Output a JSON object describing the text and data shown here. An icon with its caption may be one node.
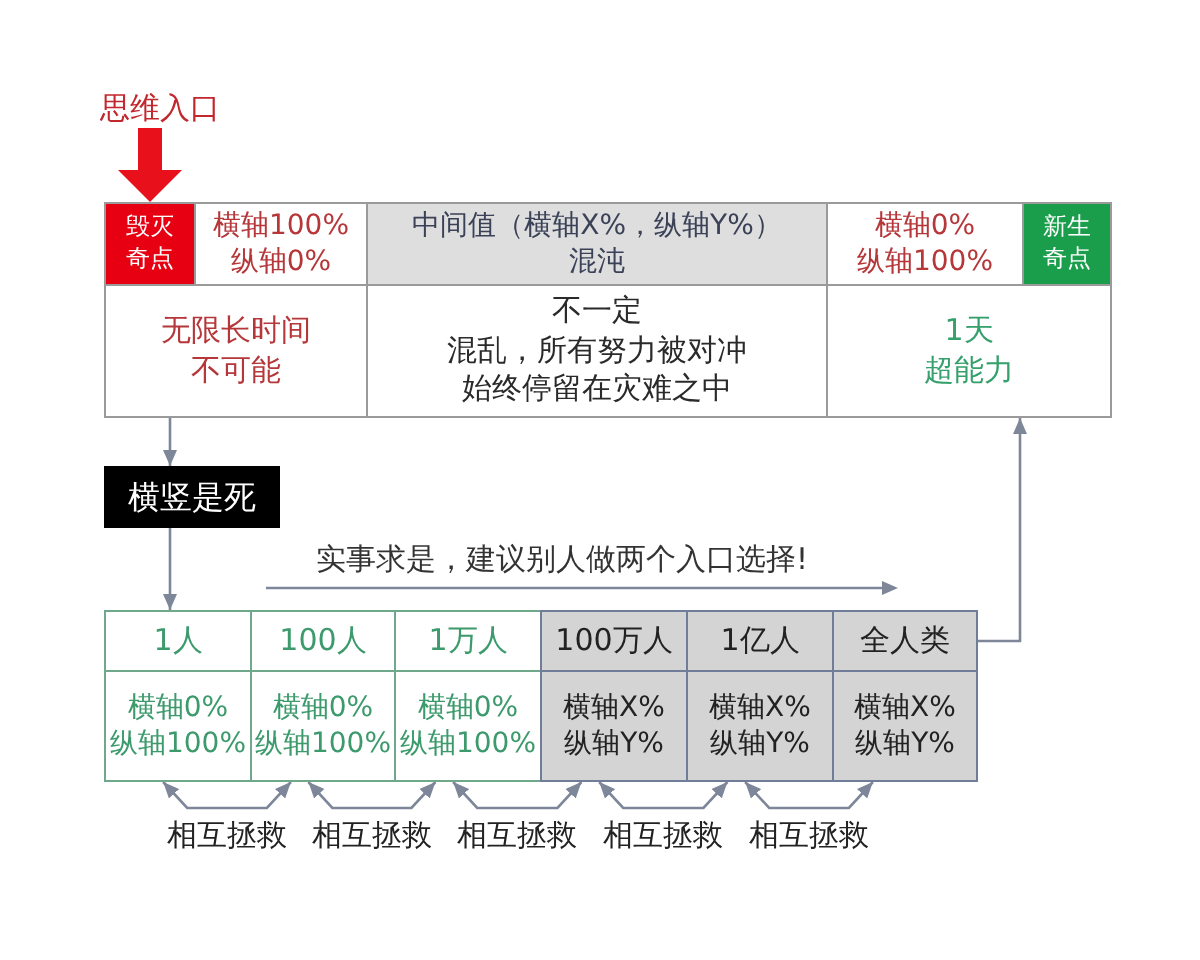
{
  "diagram": {
    "nodes": [
      {
        "text": [
          "思维入口"
        ]
      },
      {
        "text": [
          "毁灭奇点"
        ]
      },
      {
        "text": [
          "横轴100%",
          "纵轴0%"
        ]
      },
      {
        "text": [
          "中间值（横轴X%，纵轴Y%）",
          "混沌"
        ]
      },
      {
        "text": [
          "横轴0%",
          "纵轴100%"
        ]
      },
      {
        "text": [
          "新生奇点"
        ]
      },
      {
        "text": [
          "无限长时间",
          "不可能"
        ]
      },
      {
        "text": [
          "不一定",
          "混乱，所有努力被对冲",
          "始终停留在灾难之中"
        ]
      },
      {
        "text": [
          "1天",
          "超能力"
        ]
      },
      {
        "text": [
          "横竖是死"
        ]
      },
      {
        "text": [
          "1人"
        ]
      },
      {
        "text": [
          "100人"
        ]
      },
      {
        "text": [
          "1万人"
        ]
      },
      {
        "text": [
          "100万人"
        ]
      },
      {
        "text": [
          "1亿人"
        ]
      },
      {
        "text": [
          "全人类"
        ]
      },
      {
        "text": [
          "横轴0%",
          "纵轴100%"
        ]
      },
      {
        "text": [
          "横轴0%",
          "纵轴100%"
        ]
      },
      {
        "text": [
          "横轴0%",
          "纵轴100%"
        ]
      },
      {
        "text": [
          "横轴X%",
          "纵轴Y%"
        ]
      },
      {
        "text": [
          "横轴X%",
          "纵轴Y%"
        ]
      },
      {
        "text": [
          "横轴X%",
          "纵轴Y%"
        ]
      }
    ],
    "edges": [
      {
        "from": 0,
        "to": 1,
        "arrow": "to",
        "style": "thick",
        "color": "#e8101a"
      },
      {
        "from": 6,
        "to": 9,
        "arrow": "to"
      },
      {
        "from": 9,
        "to": 10,
        "arrow": "to"
      },
      {
        "from": 15,
        "to": 8,
        "arrow": "to"
      },
      {
        "from": 16,
        "to": 17,
        "arrow": "both",
        "label": "相互拯救"
      },
      {
        "from": 17,
        "to": 18,
        "arrow": "both",
        "label": "相互拯救"
      },
      {
        "from": 18,
        "to": 19,
        "arrow": "both",
        "label": "相互拯救"
      },
      {
        "from": 19,
        "to": 20,
        "arrow": "both",
        "label": "相互拯救"
      },
      {
        "from": 20,
        "to": 21,
        "arrow": "both",
        "label": "相互拯救"
      }
    ],
    "labels": [
      "实事求是，建议别人做两个入口选择!"
    ]
  }
}
